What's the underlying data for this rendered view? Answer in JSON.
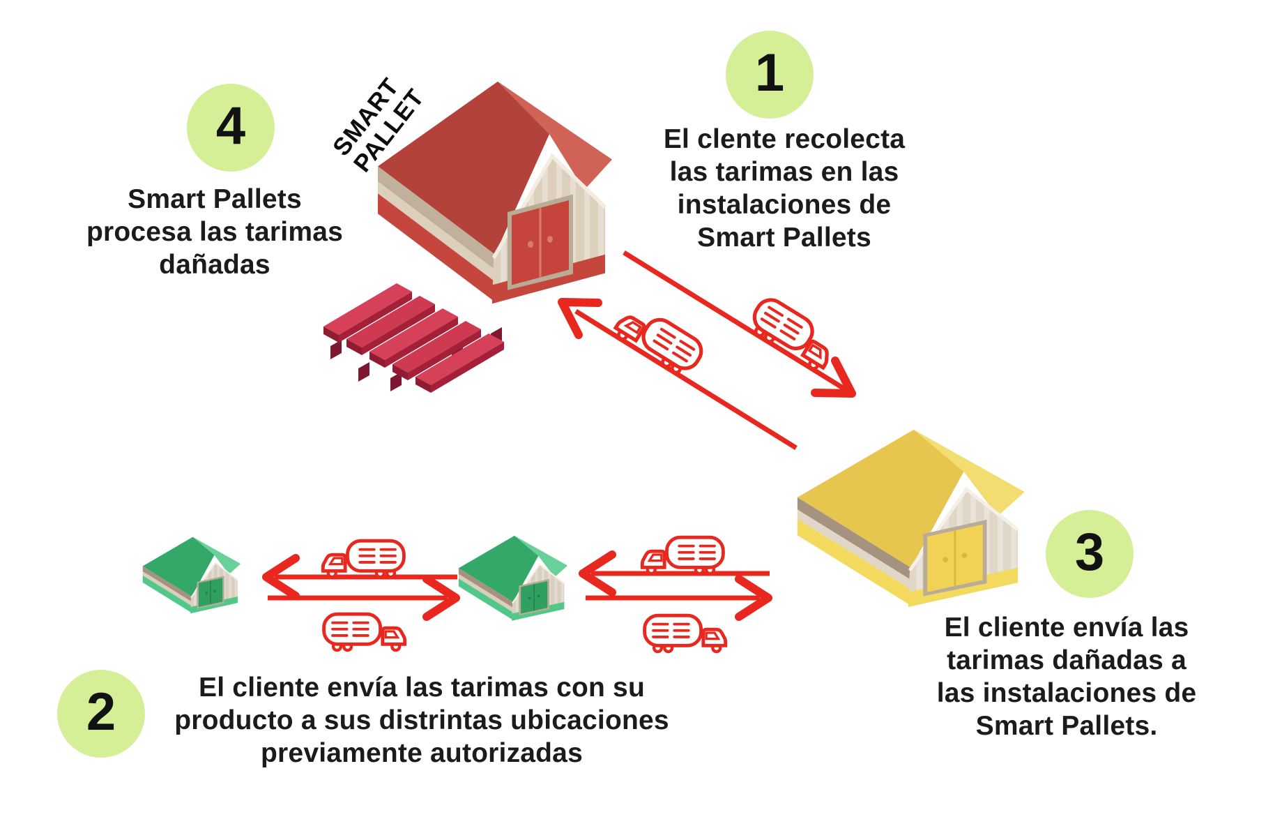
{
  "diagram_title": "",
  "colors": {
    "flow_red": "#e8281f",
    "badge_green": "#d5ef96",
    "text_black": "#1b1b1b",
    "red_warehouse_roof": "#b2423a",
    "yellow_warehouse_roof": "#e7c64f",
    "green_warehouse_roof": "#33a869",
    "pallet_crimson": "#d64058"
  },
  "warehouse_label": "SMART\nPALLET",
  "steps": [
    {
      "number": "1",
      "text": "El clente recolecta\nlas tarimas en las\ninstalaciones de\nSmart Pallets"
    },
    {
      "number": "2",
      "text": "El cliente envía las tarimas con su\nproducto a sus distrintas ubicaciones\npreviamente autorizadas"
    },
    {
      "number": "3",
      "text": "El cliente envía las\ntarimas dañadas a\nlas instalaciones de\nSmart Pallets."
    },
    {
      "number": "4",
      "text": "Smart Pallets\nprocesa las tarimas\ndañadas"
    }
  ],
  "icons": {
    "smart_pallets_facility": "red-warehouse-icon",
    "client_facility": "yellow-warehouse-icon",
    "client_locations": "green-warehouse-icon",
    "transport": "delivery-truck-icon",
    "product": "pallet-icon",
    "flow": "red-arrow-icon"
  }
}
